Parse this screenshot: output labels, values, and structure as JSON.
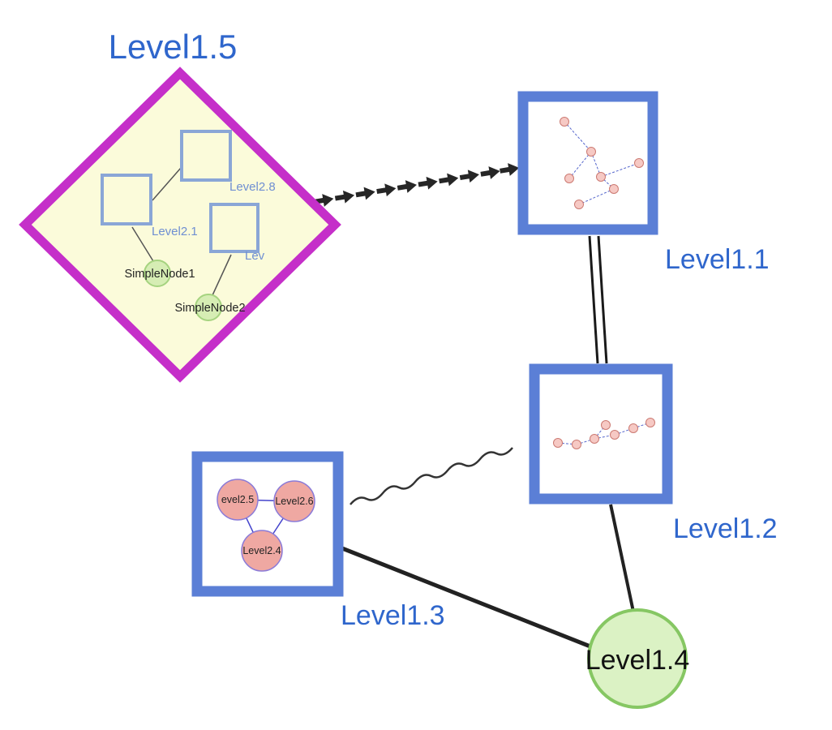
{
  "labels": {
    "level15": "Level1.5",
    "level11": "Level1.1",
    "level12": "Level1.2",
    "level13": "Level1.3",
    "level14": "Level1.4",
    "level28": "Level2.8",
    "level21": "Level2.1",
    "lev_truncated": "Lev",
    "simplenode1": "SimpleNode1",
    "simplenode2": "SimpleNode2",
    "level25": "evel2.5",
    "level26": "Level2.6",
    "level24": "Level2.4"
  },
  "structure": {
    "groups": [
      {
        "id": "Level1.5",
        "shape": "diamond",
        "children": [
          "Level2.8",
          "Level2.1",
          "Lev",
          "SimpleNode1",
          "SimpleNode2"
        ]
      },
      {
        "id": "Level1.1",
        "shape": "square",
        "children": [
          "small pink sub-graph"
        ]
      },
      {
        "id": "Level1.2",
        "shape": "square",
        "children": [
          "small pink sub-graph"
        ]
      },
      {
        "id": "Level1.3",
        "shape": "square",
        "children": [
          "evel2.5",
          "Level2.6",
          "Level2.4"
        ]
      },
      {
        "id": "Level1.4",
        "shape": "circle",
        "children": []
      }
    ],
    "edges": [
      {
        "from": "Level1.5",
        "to": "Level1.1",
        "style": "dashed-arrow-chain"
      },
      {
        "from": "Level1.1",
        "to": "Level1.2",
        "style": "double-parallel"
      },
      {
        "from": "Level1.3",
        "to": "Level1.2",
        "style": "wavy"
      },
      {
        "from": "Level1.3",
        "to": "Level1.4",
        "style": "solid"
      },
      {
        "from": "Level1.2",
        "to": "Level1.4",
        "style": "solid"
      },
      {
        "from": "Level2.1",
        "to": "Level2.8",
        "style": "solid"
      },
      {
        "from": "Level2.1",
        "to": "SimpleNode1",
        "style": "solid"
      },
      {
        "from": "Lev",
        "to": "SimpleNode2",
        "style": "solid"
      },
      {
        "from": "evel2.5",
        "to": "Level2.6",
        "style": "solid"
      },
      {
        "from": "evel2.5",
        "to": "Level2.4",
        "style": "solid"
      },
      {
        "from": "Level2.6",
        "to": "Level2.4",
        "style": "solid"
      }
    ]
  },
  "colors": {
    "group_diamond_border": "#c52fc9",
    "group_diamond_fill": "#fbfbda",
    "box_border_blue": "#5b7fd6",
    "label_blue": "#2f66cc",
    "inner_square_border": "#8aa6d6",
    "green_node_fill": "#dbf2c4",
    "green_node_border": "#86c763",
    "simple_node_fill": "#d6edb4",
    "simple_node_border": "#a5d37f",
    "pink_small_fill": "#f6c9c4",
    "pink_small_border": "#cc7a72",
    "pink_big_fill": "#efa8a2",
    "edge_dark": "#262626"
  }
}
